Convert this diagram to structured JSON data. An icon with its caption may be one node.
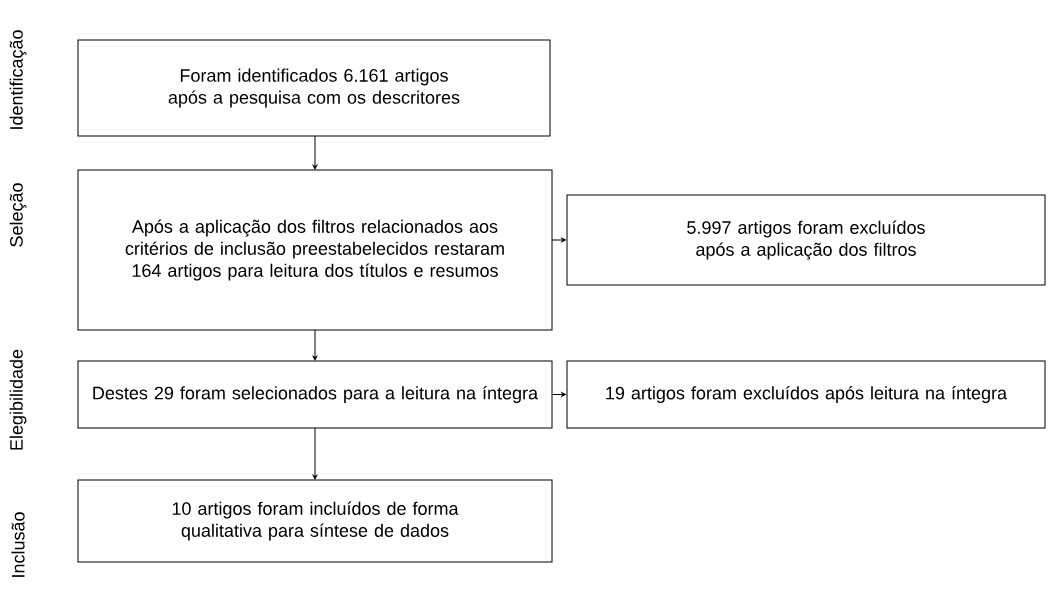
{
  "diagram": {
    "nodes": [
      {
        "text": [
          "Foram identificados 6.161 artigos após a pesquisa com os descritores"
        ]
      },
      {
        "text": [
          "Após a aplicação dos filtros relacionados aos critérios de inclusão preestabelecidos restaram 164 artigos para leitura dos títulos e resumos"
        ]
      },
      {
        "text": [
          "5.997 artigos foram excluídos após a aplicação dos filtros"
        ]
      },
      {
        "text": [
          "Destes 29 foram selecionados para a leitura na íntegra"
        ]
      },
      {
        "text": [
          "19 artigos foram excluídos após leitura na íntegra"
        ]
      },
      {
        "text": [
          "10 artigos foram incluídos de forma qualitativa para síntese de dados"
        ]
      }
    ],
    "edges": [
      {
        "from": 0,
        "to": 1,
        "arrow": "to"
      },
      {
        "from": 1,
        "to": 2,
        "arrow": "to"
      },
      {
        "from": 1,
        "to": 3,
        "arrow": "to"
      },
      {
        "from": 3,
        "to": 4,
        "arrow": "to"
      },
      {
        "from": 3,
        "to": 5,
        "arrow": "to"
      }
    ],
    "labels": [
      "Identificação",
      "Seleção",
      "Elegibilidade",
      "Inclusão"
    ]
  }
}
